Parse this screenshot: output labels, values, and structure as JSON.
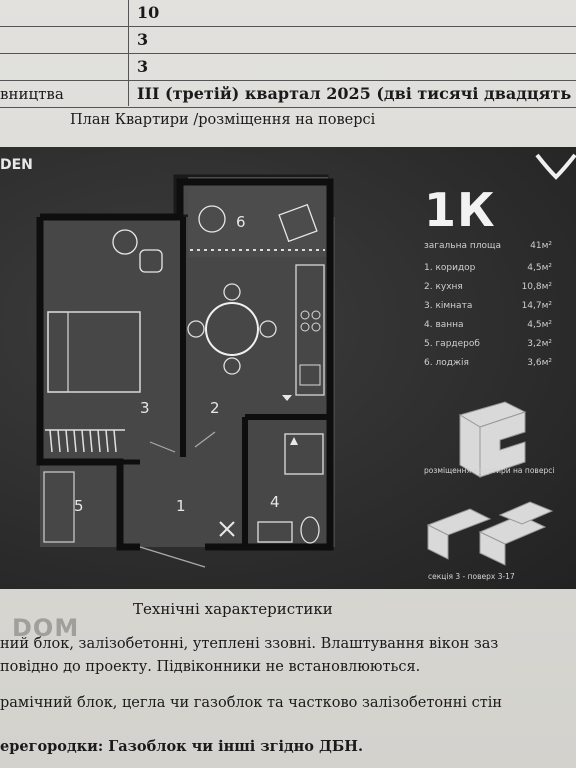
{
  "table": {
    "rows": [
      {
        "label": "",
        "value": "10"
      },
      {
        "label": "",
        "value": "3"
      },
      {
        "label": "",
        "value": "3"
      },
      {
        "label": "вництва",
        "value": "III (третій) квартал 2025 (дві тисячі  двадцять"
      }
    ]
  },
  "plan_caption": "План Квартири /розміщення на поверсі",
  "panel": {
    "brand": "DEN",
    "apt_type": "1К",
    "specs": [
      {
        "name": "загальна площа",
        "value": "41м²"
      },
      {
        "name": "1. коридор",
        "value": "4,5м²"
      },
      {
        "name": "2. кухня",
        "value": "10,8м²"
      },
      {
        "name": "3. кімната",
        "value": "14,7м²"
      },
      {
        "name": "4. ванна",
        "value": "4,5м²"
      },
      {
        "name": "5. гардероб",
        "value": "3,2м²"
      },
      {
        "name": "6. лоджія",
        "value": "3,6м²"
      }
    ],
    "placement_label": "розміщення квартири на поверсі",
    "section_label": "секція 3 - поверх 3-17",
    "room_labels": [
      "1",
      "2",
      "3",
      "4",
      "5",
      "6"
    ]
  },
  "tech_caption": "Технічні характеристики",
  "body_lines": [
    "ний блок, залізобетонні, утеплені ззовні. Влаштування вікон заз",
    "повідно до проекту. Підвіконники не встановлюються.",
    "рамічний блок, цегла чи газоблок та частково залізобетонні стін",
    "ерегородки: Газоблок чи інші згідно ДБН."
  ],
  "watermark": "DOM",
  "colors": {
    "panel_bg": "#2a2a2a",
    "wall": "#111111",
    "floor": "#4a4a4a",
    "text_light": "#e6e6e6"
  }
}
